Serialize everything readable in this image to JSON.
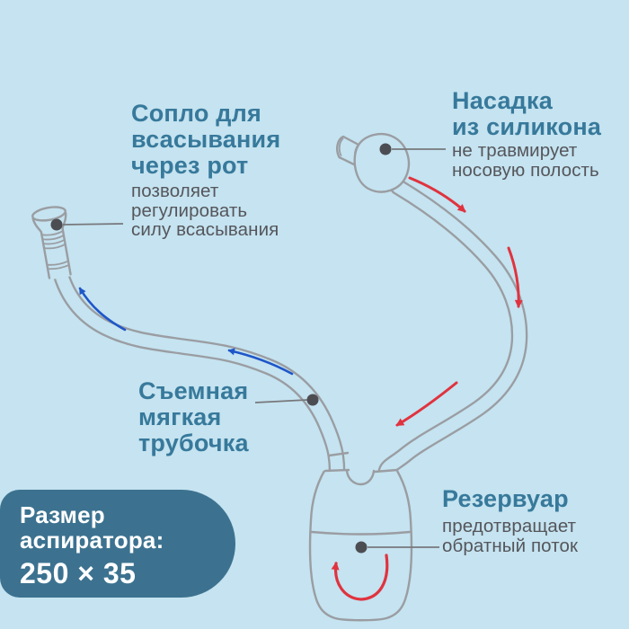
{
  "page": {
    "type": "product-infographic",
    "subject": "nasal-aspirator",
    "language": "ru"
  },
  "colors": {
    "bg": "#c5e3f0",
    "heading": "#37799b",
    "body_text": "#55565b",
    "outline": "#9a9da2",
    "red_arrow": "#e0333f",
    "blue_arrow": "#1e56c8",
    "badge_bg": "#3c7290",
    "badge_text": "#ffffff",
    "dot": "#4c4d52",
    "leader_line": "#77787c"
  },
  "callouts": {
    "mouth_nozzle": {
      "heading_lines": [
        "Сопло для",
        "всасывания",
        "через рот"
      ],
      "desc_lines": [
        "позволяет",
        "регулировать",
        "силу всасывания"
      ]
    },
    "silicone_tip": {
      "heading_lines": [
        "Насадка",
        "из силикона"
      ],
      "desc_lines": [
        "не травмирует",
        "носовую полость"
      ]
    },
    "soft_tube": {
      "heading_lines": [
        "Съемная",
        "мягкая",
        "трубочка"
      ]
    },
    "reservoir": {
      "heading_lines": [
        "Резервуар"
      ],
      "desc_lines": [
        "предотвращает",
        "обратный поток"
      ]
    }
  },
  "badge": {
    "title_lines": [
      "Размер",
      "аспиратора:"
    ],
    "size_value": "250 × 35"
  }
}
